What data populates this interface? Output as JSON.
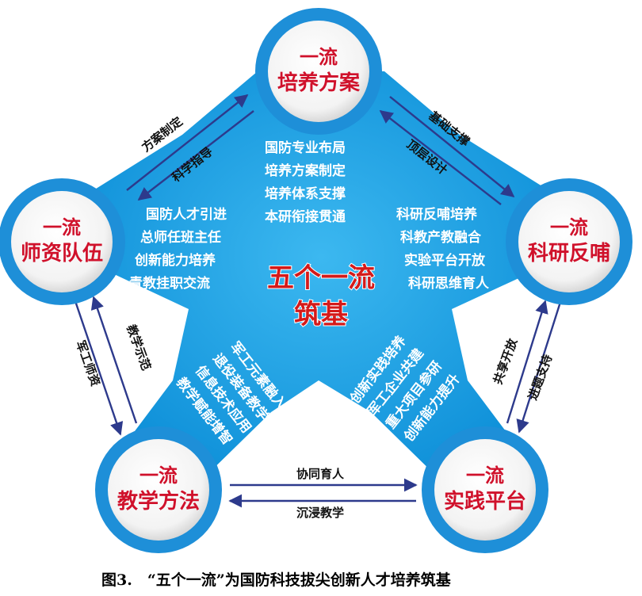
{
  "center": {
    "line1": "五个一流",
    "line2": "筑基"
  },
  "nodes": {
    "top": {
      "line1": "一流",
      "line2": "培养方案",
      "items": [
        "国防专业布局",
        "培养方案制定",
        "培养体系支撑",
        "本研衔接贯通"
      ]
    },
    "left": {
      "line1": "一流",
      "line2": "师资队伍",
      "items": [
        "国防人才引进",
        "总师任班主任",
        "创新能力培养",
        "青教挂职交流"
      ]
    },
    "right": {
      "line1": "一流",
      "line2": "科研反哺",
      "items": [
        "科研反哺培养",
        "科教产教融合",
        "实验平台开放",
        "科研思维育人"
      ]
    },
    "bottom_left": {
      "line1": "一流",
      "line2": "教学方法",
      "items": [
        "军工元素融入",
        "退役装备教学",
        "信息技术应用",
        "教学赋能增智"
      ]
    },
    "bottom_right": {
      "line1": "一流",
      "line2": "实践平台",
      "items": [
        "创新实践培养",
        "军工企业共建",
        "重大项目参研",
        "创新能力提升"
      ]
    }
  },
  "links": {
    "top_left": {
      "outer": "方案制定",
      "inner": "科学指导"
    },
    "top_right": {
      "outer": "基础支撑",
      "inner": "顶层设计"
    },
    "left_bottom": {
      "outer": "军工师资",
      "inner": "教学示范"
    },
    "right_bottom": {
      "outer": "进题支持",
      "inner": "共享开放"
    },
    "bottom": {
      "upper": "协同育人",
      "lower": "沉浸教学"
    }
  },
  "caption": "图3.　“五个一流”为国防科技拔尖创新人才培养筑基",
  "colors": {
    "star": "#1aa3e6",
    "ring": "#1e8fd8",
    "node_text": "#d0112b",
    "arrow": "#2d3a8c"
  }
}
